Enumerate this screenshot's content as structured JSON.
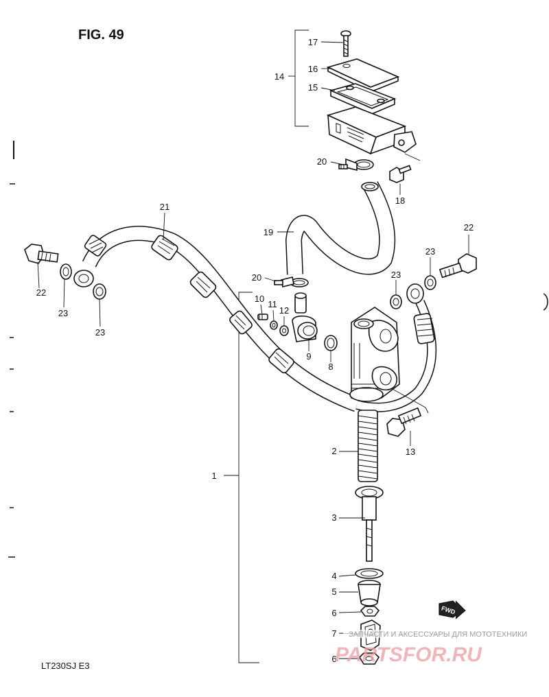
{
  "figure": {
    "title": "FIG. 49",
    "model": "LT230SJ  E3"
  },
  "parts": [
    {
      "no": "1"
    },
    {
      "no": "2"
    },
    {
      "no": "3"
    },
    {
      "no": "4"
    },
    {
      "no": "5"
    },
    {
      "no": "6"
    },
    {
      "no": "6"
    },
    {
      "no": "7"
    },
    {
      "no": "8"
    },
    {
      "no": "9"
    },
    {
      "no": "10"
    },
    {
      "no": "11"
    },
    {
      "no": "12"
    },
    {
      "no": "13"
    },
    {
      "no": "14"
    },
    {
      "no": "15"
    },
    {
      "no": "16"
    },
    {
      "no": "17"
    },
    {
      "no": "18"
    },
    {
      "no": "19"
    },
    {
      "no": "20"
    },
    {
      "no": "20"
    },
    {
      "no": "21"
    },
    {
      "no": "22"
    },
    {
      "no": "22"
    },
    {
      "no": "23"
    },
    {
      "no": "23"
    },
    {
      "no": "23"
    },
    {
      "no": "23"
    }
  ],
  "fwd_badge": "FWD",
  "watermark": {
    "tagline": "ЗАПЧАСТИ И АКСЕССУАРЫ ДЛЯ МОТОТЕХНИКИ",
    "brand": "PARTSFOR.RU"
  }
}
